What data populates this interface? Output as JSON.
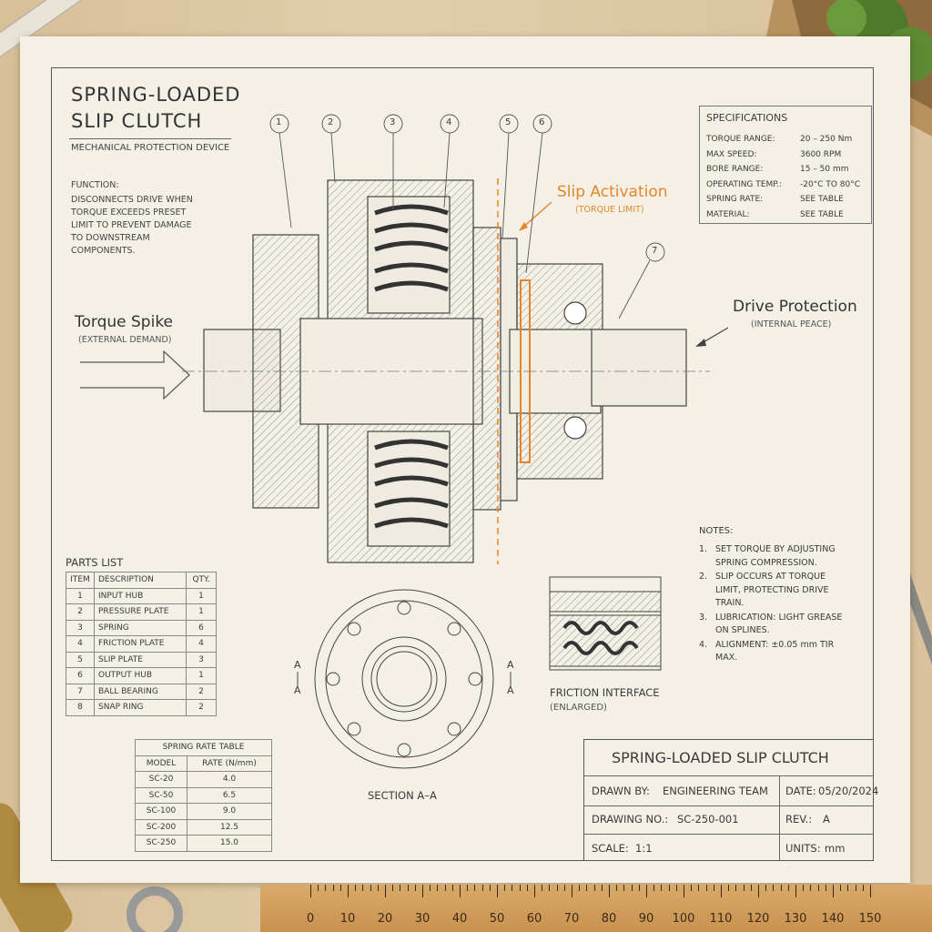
{
  "title": {
    "line1": "SPRING-LOADED",
    "line2": "SLIP CLUTCH",
    "subtitle": "MECHANICAL PROTECTION DEVICE"
  },
  "function": {
    "heading": "FUNCTION:",
    "body": "DISCONNECTS DRIVE WHEN TORQUE EXCEEDS PRESET LIMIT TO PREVENT DAMAGE TO DOWNSTREAM COMPONENTS."
  },
  "callouts": {
    "torque_spike": "Torque Spike",
    "torque_spike_sub": "(EXTERNAL DEMAND)",
    "slip_activation": "Slip Activation",
    "slip_activation_sub": "(TORQUE LIMIT)",
    "drive_protection": "Drive Protection",
    "drive_protection_sub": "(INTERNAL PEACE)"
  },
  "balloons": [
    "1",
    "2",
    "3",
    "4",
    "5",
    "6",
    "7"
  ],
  "specifications": {
    "heading": "SPECIFICATIONS",
    "rows": [
      {
        "k": "TORQUE RANGE:",
        "v": "20 – 250 Nm"
      },
      {
        "k": "MAX SPEED:",
        "v": "3600 RPM"
      },
      {
        "k": "BORE RANGE:",
        "v": "15 – 50 mm"
      },
      {
        "k": "OPERATING TEMP.:",
        "v": "-20°C TO 80°C"
      },
      {
        "k": "SPRING RATE:",
        "v": "SEE TABLE"
      },
      {
        "k": "MATERIAL:",
        "v": "SEE TABLE"
      }
    ]
  },
  "parts_list": {
    "heading": "PARTS LIST",
    "columns": [
      "ITEM",
      "DESCRIPTION",
      "QTY."
    ],
    "rows": [
      [
        "1",
        "INPUT HUB",
        "1"
      ],
      [
        "2",
        "PRESSURE PLATE",
        "1"
      ],
      [
        "3",
        "SPRING",
        "6"
      ],
      [
        "4",
        "FRICTION PLATE",
        "4"
      ],
      [
        "5",
        "SLIP PLATE",
        "3"
      ],
      [
        "6",
        "OUTPUT HUB",
        "1"
      ],
      [
        "7",
        "BALL BEARING",
        "2"
      ],
      [
        "8",
        "SNAP RING",
        "2"
      ]
    ]
  },
  "spring_rate_table": {
    "heading": "SPRING RATE TABLE",
    "columns": [
      "MODEL",
      "RATE (N/mm)"
    ],
    "rows": [
      [
        "SC-20",
        "4.0"
      ],
      [
        "SC-50",
        "6.5"
      ],
      [
        "SC-100",
        "9.0"
      ],
      [
        "SC-200",
        "12.5"
      ],
      [
        "SC-250",
        "15.0"
      ]
    ]
  },
  "section_label": "SECTION A–A",
  "section_marker": "A",
  "friction": {
    "label": "FRICTION INTERFACE",
    "sub": "(ENLARGED)"
  },
  "notes": {
    "heading": "NOTES:",
    "items": [
      {
        "n": "1.",
        "t": "SET TORQUE BY ADJUSTING SPRING COMPRESSION."
      },
      {
        "n": "2.",
        "t": "SLIP OCCURS AT TORQUE LIMIT, PROTECTING DRIVE TRAIN."
      },
      {
        "n": "3.",
        "t": "LUBRICATION: LIGHT GREASE ON SPLINES."
      },
      {
        "n": "4.",
        "t": "ALIGNMENT: ±0.05 mm TIR MAX."
      }
    ]
  },
  "title_block": {
    "title": "SPRING-LOADED SLIP CLUTCH",
    "drawn_by_label": "DRAWN BY:",
    "drawn_by": "ENGINEERING TEAM",
    "date_label": "DATE:",
    "date": "05/20/2024",
    "drawing_no_label": "DRAWING NO.:",
    "drawing_no": "SC-250-001",
    "rev_label": "REV.:",
    "rev": "A",
    "scale_label": "SCALE:",
    "scale": "1:1",
    "units_label": "UNITS:",
    "units": "mm"
  },
  "ruler": {
    "marks": [
      "0",
      "10",
      "20",
      "30",
      "40",
      "50",
      "60",
      "70",
      "80",
      "90",
      "100",
      "110",
      "120",
      "130",
      "140",
      "150"
    ]
  },
  "colors": {
    "accent": "#e3862a",
    "ink": "#3a3a3a",
    "paper": "#f4f0e6"
  }
}
